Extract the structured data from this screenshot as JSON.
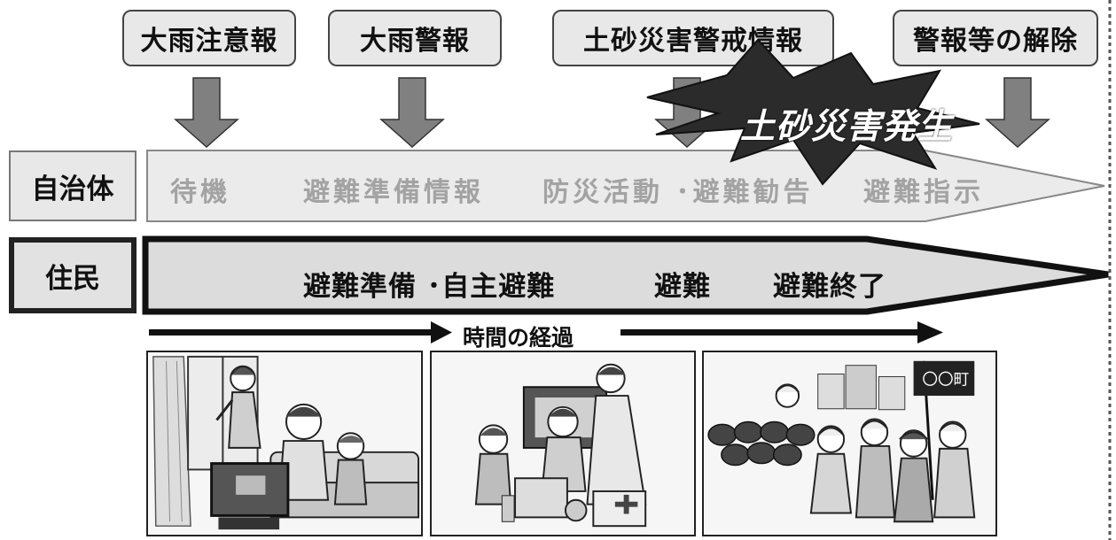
{
  "alerts": [
    {
      "label": "大雨注意報"
    },
    {
      "label": "大雨警報"
    },
    {
      "label": "土砂災害警戒情報"
    },
    {
      "label": "警報等の解除"
    }
  ],
  "burst": {
    "label": "土砂災害発生"
  },
  "rows": {
    "government": {
      "label": "自治体",
      "stages": [
        "待機",
        "避難準備情報",
        "防災活動 ･避難勧告",
        "避難指示"
      ]
    },
    "residents": {
      "label": "住民",
      "stages": [
        "避難準備 ･自主避難",
        "避難",
        "避難終了"
      ]
    }
  },
  "timeline": {
    "label": "時間の経過"
  },
  "illustrations": [
    {
      "icon": "family-watching-tv-icon"
    },
    {
      "icon": "preparing-supplies-icon"
    },
    {
      "icon": "evacuating-crowd-icon"
    }
  ],
  "flag_text": "〇〇町"
}
